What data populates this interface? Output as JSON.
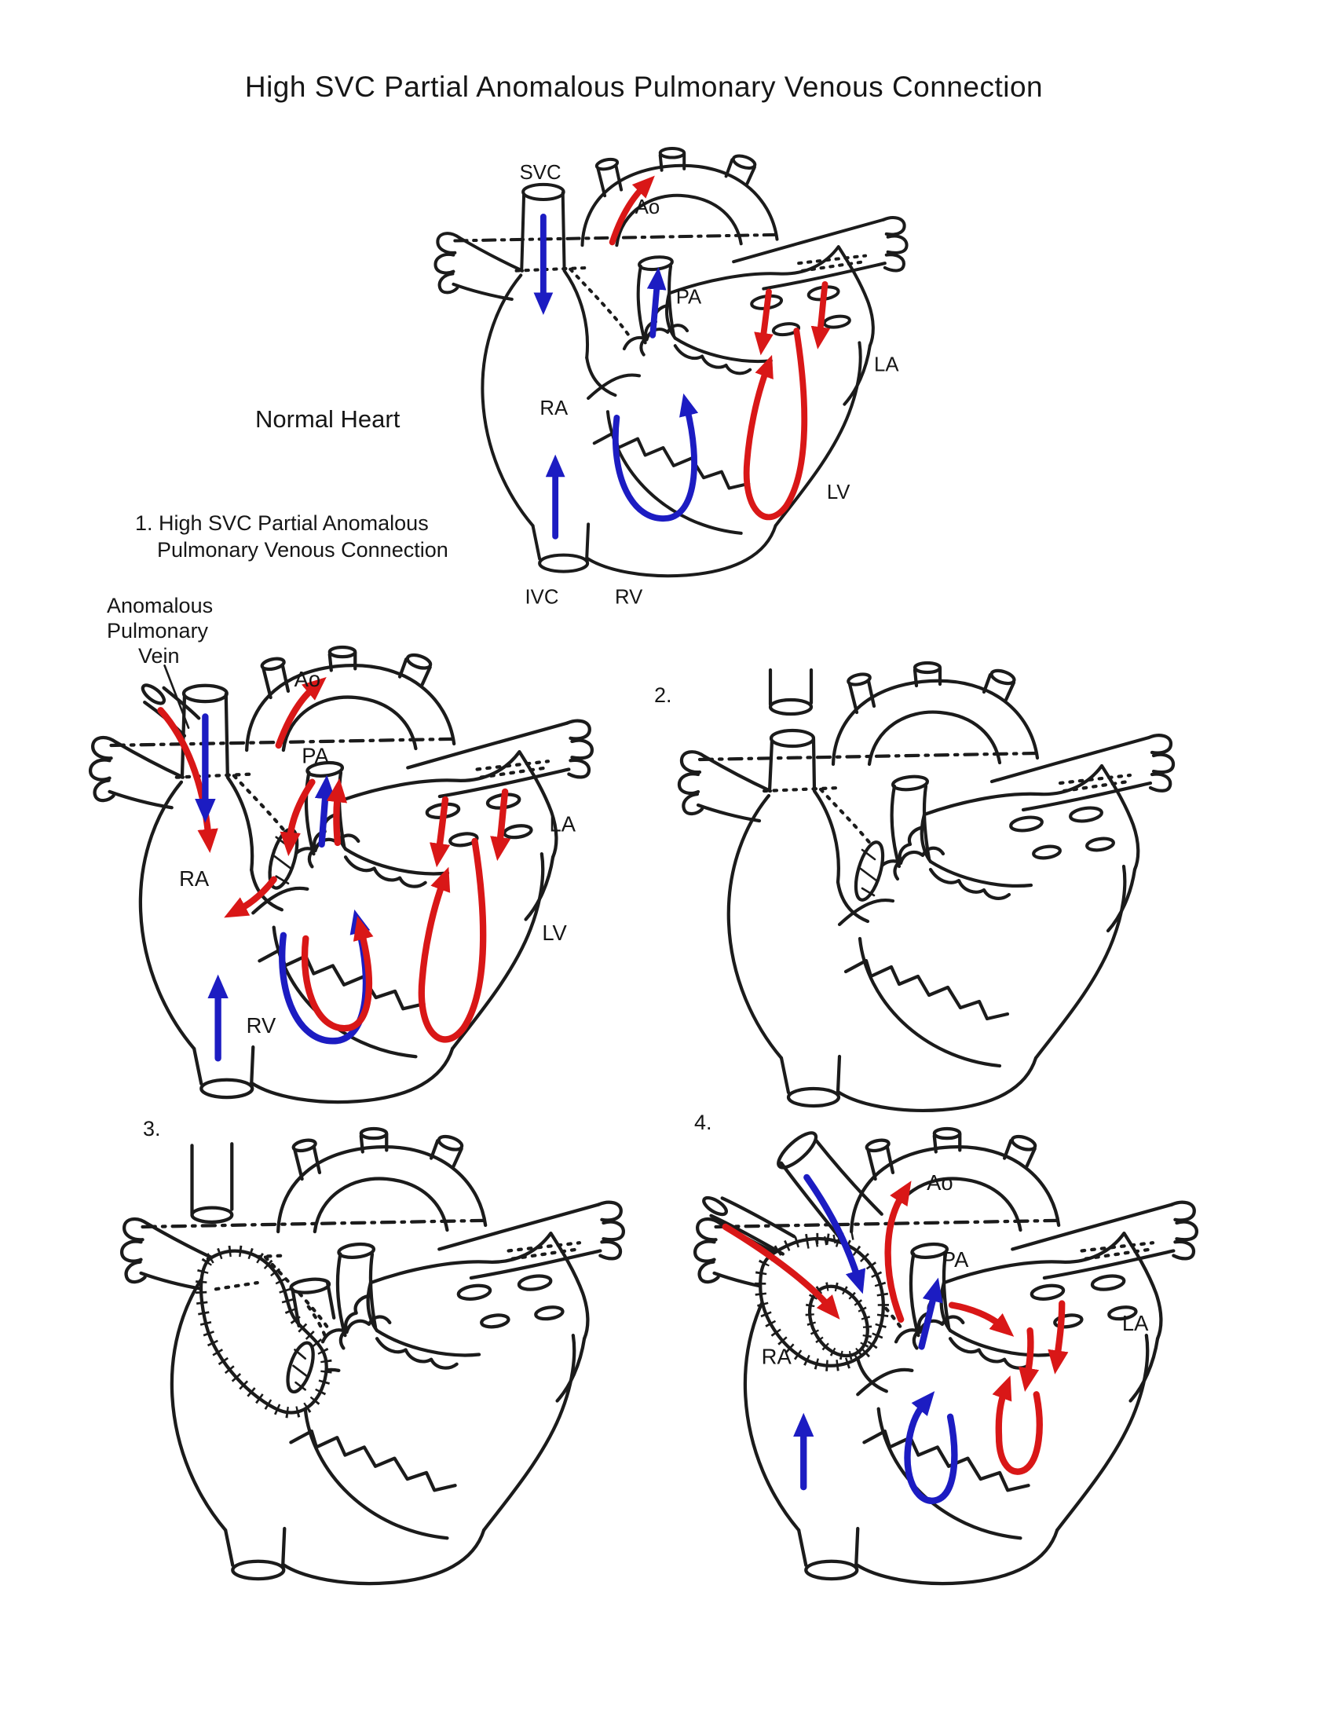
{
  "title": "High SVC Partial Anomalous Pulmonary Venous Connection",
  "colors": {
    "ink": "#1b1b1b",
    "arterial_red": "#d91717",
    "venous_blue": "#1c1cc2",
    "background": "#ffffff"
  },
  "panels": {
    "normal": {
      "caption": "Normal Heart",
      "labels": {
        "svc": "SVC",
        "ao": "Ao",
        "pa": "PA",
        "ra": "RA",
        "la": "LA",
        "lv": "LV",
        "ivc": "IVC",
        "rv": "RV"
      }
    },
    "step1": {
      "heading_line1": "1. High SVC Partial Anomalous",
      "heading_line2": "Pulmonary Venous Connection",
      "callout_line1": "Anomalous",
      "callout_line2": "Pulmonary",
      "callout_line3": "Vein",
      "labels": {
        "ao": "Ao",
        "pa": "PA",
        "ra": "RA",
        "la": "LA",
        "lv": "LV",
        "rv": "RV"
      }
    },
    "step2": {
      "number": "2."
    },
    "step3": {
      "number": "3."
    },
    "step4": {
      "number": "4.",
      "labels": {
        "ao": "Ao",
        "pa": "PA",
        "ra": "RA",
        "la": "LA"
      }
    }
  }
}
